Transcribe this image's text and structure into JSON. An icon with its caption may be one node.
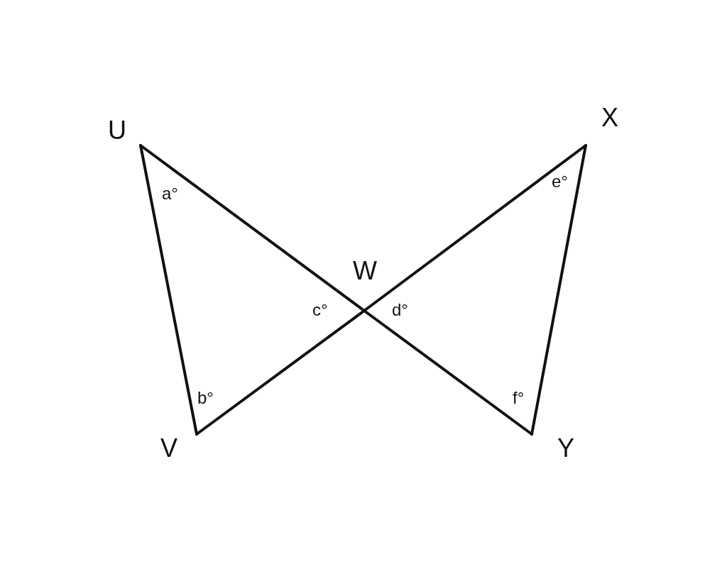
{
  "diagram": {
    "nodes": [
      {
        "text": [
          "U"
        ]
      },
      {
        "text": [
          "X"
        ]
      },
      {
        "text": [
          "W"
        ]
      },
      {
        "text": [
          "V"
        ]
      },
      {
        "text": [
          "Y"
        ]
      }
    ],
    "edges": [
      {
        "from": 0,
        "to": 3,
        "arrow": "none"
      },
      {
        "from": 0,
        "to": 2,
        "arrow": "none"
      },
      {
        "from": 2,
        "to": 4,
        "arrow": "none"
      },
      {
        "from": 1,
        "to": 2,
        "arrow": "none"
      },
      {
        "from": 2,
        "to": 3,
        "arrow": "none"
      },
      {
        "from": 1,
        "to": 4,
        "arrow": "none"
      }
    ],
    "labels": [
      "a°",
      "e°",
      "c°",
      "d°",
      "b°",
      "f°"
    ]
  }
}
